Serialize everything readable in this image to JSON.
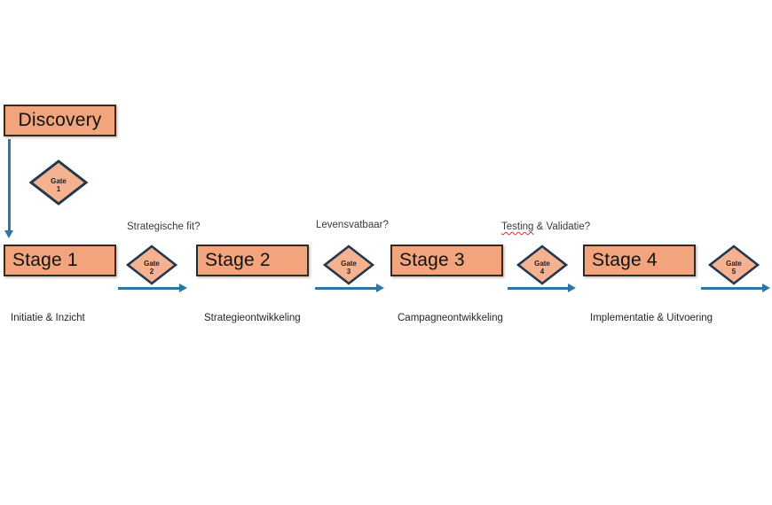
{
  "diagram": {
    "type": "stage-gate-process"
  },
  "colors": {
    "box_fill": "#F2A47C",
    "diamond_fill": "#F5B291",
    "box_border": "#33291F",
    "diamond_border": "#22384C",
    "arrow": "#2E74A5",
    "spellcheck_underline": "#D0342C",
    "box_text": "#121212",
    "label_text": "#333333"
  },
  "discovery": {
    "label": "Discovery"
  },
  "stages": [
    {
      "label": "Stage 1",
      "phase": "Initiatie & Inzicht"
    },
    {
      "label": "Stage 2",
      "phase": "Strategieontwikkeling"
    },
    {
      "label": "Stage 3",
      "phase": "Campagneontwikkeling"
    },
    {
      "label": "Stage 4",
      "phase": "Implementatie & Uitvoering"
    }
  ],
  "gates": [
    {
      "word": "Gate",
      "number": "1"
    },
    {
      "word": "Gate",
      "number": "2"
    },
    {
      "word": "Gate",
      "number": "3"
    },
    {
      "word": "Gate",
      "number": "4"
    },
    {
      "word": "Gate",
      "number": "5"
    }
  ],
  "questions": [
    {
      "full": "Strategische fit?"
    },
    {
      "full": "Levensvatbaar?"
    },
    {
      "underlined_word": "Testing",
      "rest": " & Validatie?"
    }
  ]
}
